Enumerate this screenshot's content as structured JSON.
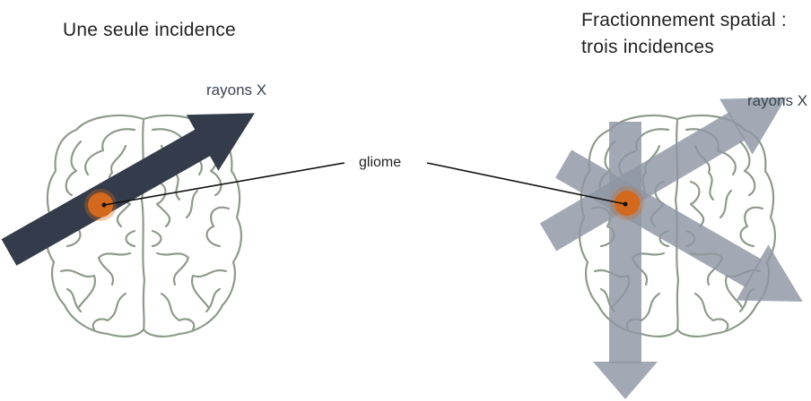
{
  "titles": {
    "left": "Une seule incidence",
    "right_line1": "Fractionnement spatial :",
    "right_line2": "trois incidences"
  },
  "labels": {
    "rays_left": "rayons X",
    "rays_right": "rayons X",
    "tumor": "gliome"
  },
  "colors": {
    "beam_single": "#343b4a",
    "beam_multi": "#8f96a3",
    "tumor": "#d2691e",
    "brain_outline": "#8e9a8c",
    "pointer_line": "#111111"
  }
}
